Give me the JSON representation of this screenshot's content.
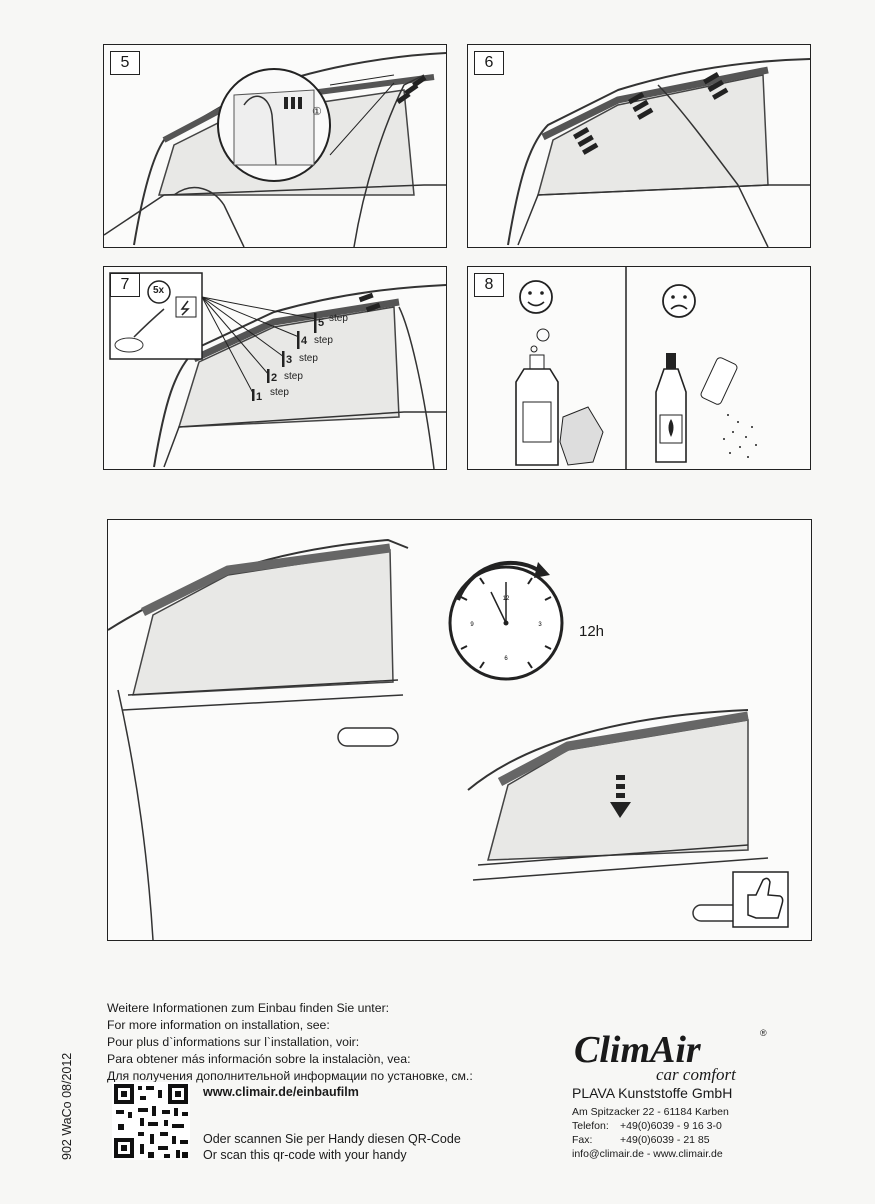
{
  "panels": {
    "p5": {
      "number": "5",
      "marker": "①"
    },
    "p6": {
      "number": "6"
    },
    "p7": {
      "number": "7",
      "press_count": "5x",
      "steps": [
        {
          "n": "1",
          "word": "step"
        },
        {
          "n": "2",
          "word": "step"
        },
        {
          "n": "3",
          "word": "step"
        },
        {
          "n": "4",
          "word": "step"
        },
        {
          "n": "5",
          "word": "step"
        }
      ]
    },
    "p8": {
      "number": "8"
    }
  },
  "clock": {
    "numbers": [
      "12",
      "3",
      "6",
      "9"
    ],
    "duration": "12h"
  },
  "info": {
    "lines": [
      "Weitere Informationen zum Einbau finden Sie unter:",
      "For more information on installation, see:",
      "Pour plus d`informations sur l`installation, voir:",
      "Para obtener más información sobre la instalaciòn, vea:",
      "Для получения дополнительной информации по установке, см.:"
    ],
    "url": "www.climair.de/einbaufilm",
    "qr_lines": [
      "Oder scannen Sie per Handy diesen QR-Code",
      "Or scan this qr-code with your handy"
    ]
  },
  "side_code": "902 WaCo 08/2012",
  "brand": {
    "logo_main": "ClimAir",
    "logo_sub": "car comfort",
    "registered": "®",
    "company": "PLAVA Kunststoffe GmbH",
    "address": "Am Spitzacker 22 - 61184 Karben",
    "phone_label": "Telefon:",
    "phone": "+49(0)6039 - 9 16 3-0",
    "fax_label": "Fax:",
    "fax": "+49(0)6039 - 21 85",
    "contact": "info@climair.de - www.climair.de"
  }
}
